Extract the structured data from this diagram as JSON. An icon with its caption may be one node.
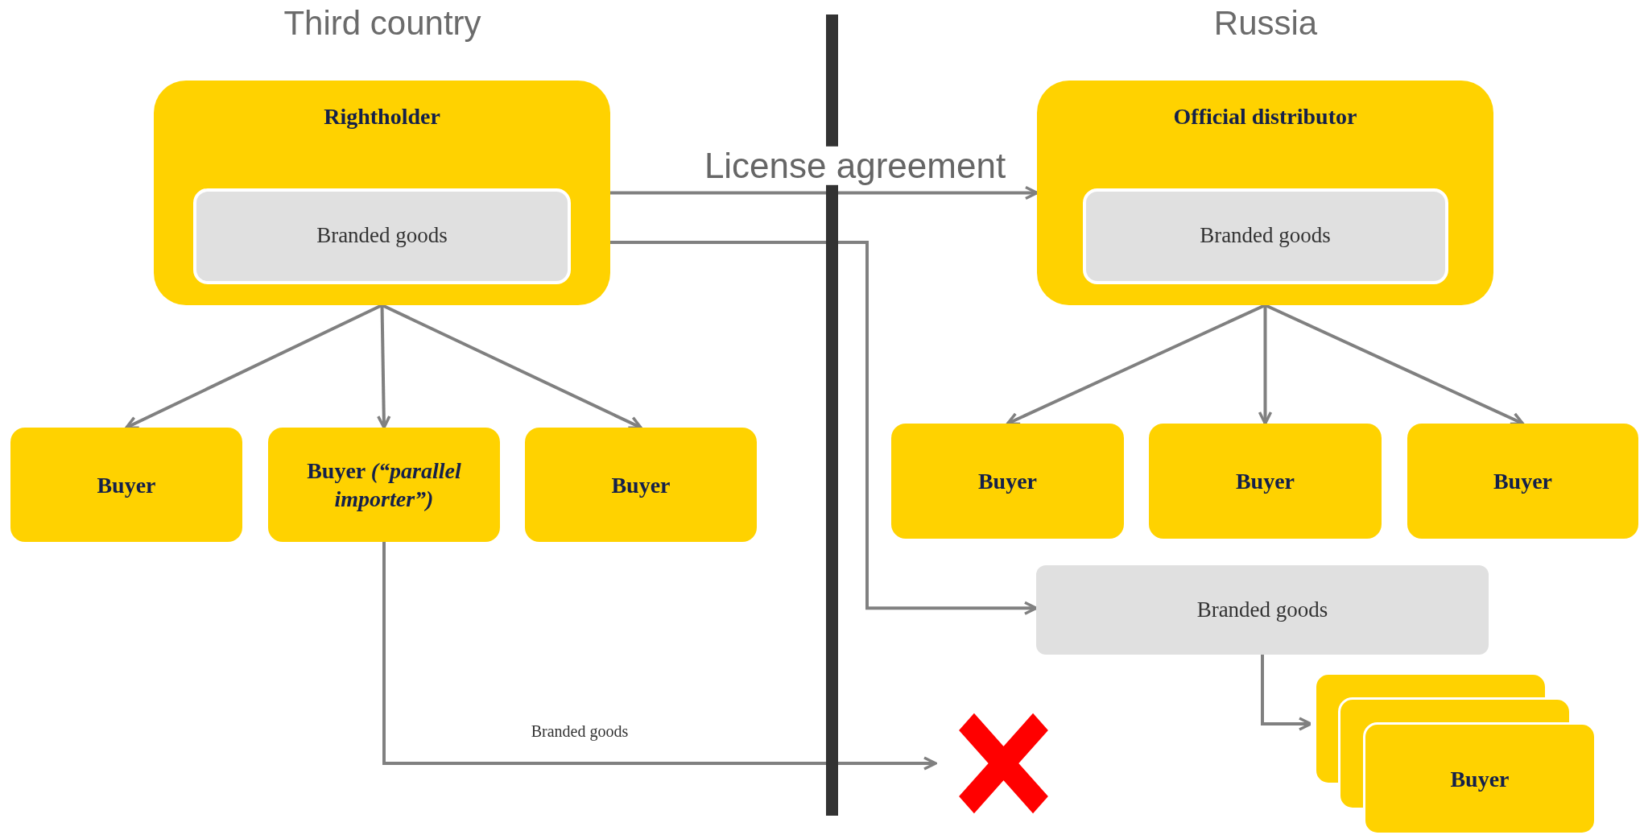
{
  "diagram": {
    "nodes": [
      {
        "text": [
          "Rightholder"
        ]
      },
      {
        "text": [
          "Branded goods"
        ],
        "in": 0
      },
      {
        "text": [
          "Official distributor"
        ]
      },
      {
        "text": [
          "Branded goods"
        ],
        "in": 2
      },
      {
        "text": [
          "Buyer"
        ]
      },
      {
        "text": [
          "Buyer *(“parallel importer”)*"
        ]
      },
      {
        "text": [
          "Buyer"
        ]
      },
      {
        "text": [
          "Buyer"
        ]
      },
      {
        "text": [
          "Buyer"
        ]
      },
      {
        "text": [
          "Buyer"
        ]
      },
      {
        "text": [
          "Branded goods"
        ]
      },
      {
        "text": [
          "Buyer"
        ]
      },
      {
        "text": [],
        "shape": "cross"
      },
      {
        "text": [],
        "shape": "bar"
      }
    ],
    "edges": [
      {
        "from": 0,
        "to": 2,
        "arrow": "to",
        "label": "License agreement"
      },
      {
        "from": 0,
        "to": 10,
        "arrow": "to"
      },
      {
        "from": 0,
        "to": 4,
        "arrow": "to"
      },
      {
        "from": 0,
        "to": 5,
        "arrow": "to"
      },
      {
        "from": 0,
        "to": 6,
        "arrow": "to"
      },
      {
        "from": 2,
        "to": 7,
        "arrow": "to"
      },
      {
        "from": 2,
        "to": 8,
        "arrow": "to"
      },
      {
        "from": 2,
        "to": 9,
        "arrow": "to"
      },
      {
        "from": 10,
        "to": 11,
        "arrow": "to"
      },
      {
        "from": 5,
        "to": 12,
        "arrow": "to",
        "label": "Branded goods"
      }
    ],
    "labels": [
      "Third country",
      "Russia"
    ]
  }
}
